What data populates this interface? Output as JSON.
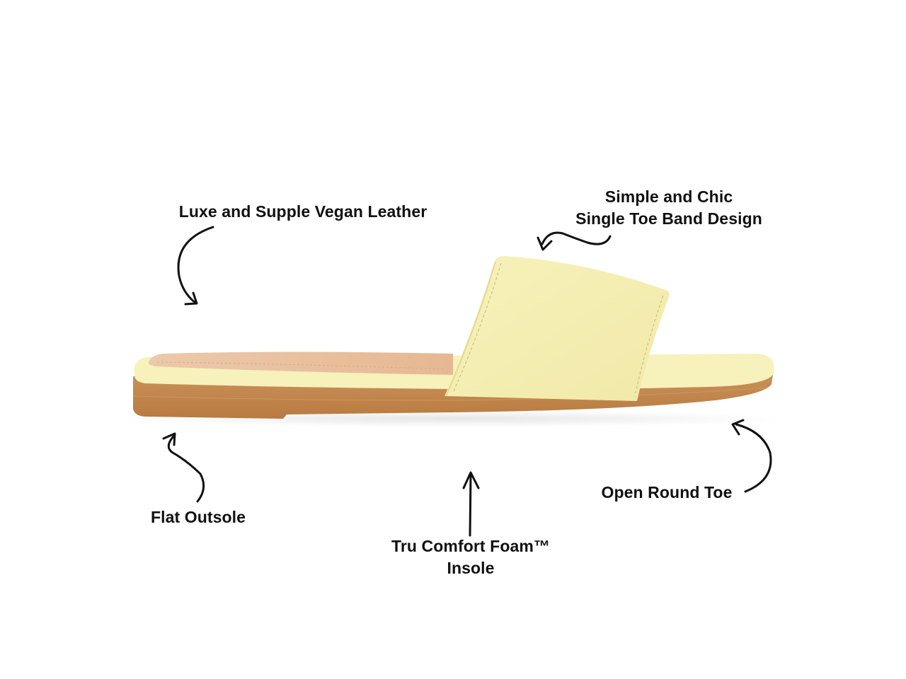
{
  "product": {
    "name": "Single toe band slide sandal",
    "colors": {
      "upper": "#f6f0b4",
      "upper_shade": "#ece5a2",
      "footbed": "#e9c3a3",
      "footbed_rim": "#f7f1bc",
      "outsole": "#c68a52",
      "outsole_dark": "#a86c38",
      "ink": "#111111",
      "background": "#ffffff"
    }
  },
  "callouts": [
    {
      "id": "vegan-leather",
      "lines": [
        "Luxe and Supple Vegan Leather"
      ]
    },
    {
      "id": "toe-band",
      "lines": [
        "Simple and Chic",
        "Single Toe Band Design"
      ]
    },
    {
      "id": "flat-outsole",
      "lines": [
        "Flat Outsole"
      ]
    },
    {
      "id": "insole",
      "lines": [
        "Tru Comfort Foam™",
        "Insole"
      ]
    },
    {
      "id": "round-toe",
      "lines": [
        "Open Round Toe"
      ]
    }
  ]
}
